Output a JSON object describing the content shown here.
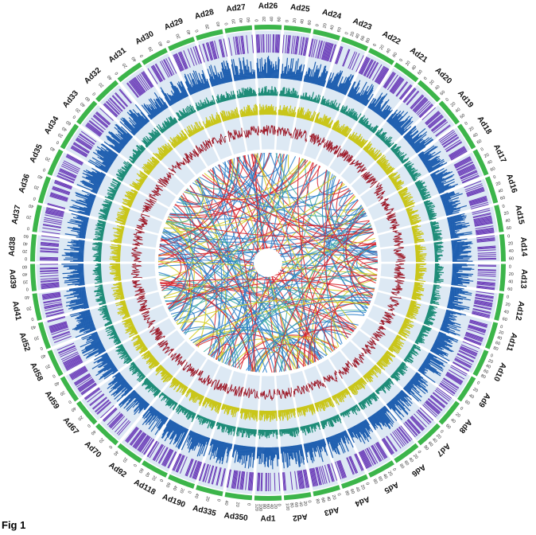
{
  "figure_label": "Fig 1",
  "chromosomes": [
    {
      "name": "Ad1",
      "ticks": [
        "0",
        "20",
        "40",
        "60",
        "80",
        "100",
        "120"
      ]
    },
    {
      "name": "Ad350",
      "ticks": [
        "0",
        "20",
        "40"
      ]
    },
    {
      "name": "Ad335",
      "ticks": [
        "0",
        "20",
        "40"
      ]
    },
    {
      "name": "Ad190",
      "ticks": [
        "0",
        "20",
        "40",
        "60"
      ]
    },
    {
      "name": "Ad118",
      "ticks": [
        "0",
        "20",
        "40",
        "60"
      ]
    },
    {
      "name": "Ad92",
      "ticks": [
        "0",
        "20",
        "40"
      ]
    },
    {
      "name": "Ad70",
      "ticks": [
        "0",
        "20",
        "40"
      ]
    },
    {
      "name": "Ad67",
      "ticks": [
        "0",
        "20",
        "40"
      ]
    },
    {
      "name": "Ad59",
      "ticks": [
        "0",
        "20",
        "40"
      ]
    },
    {
      "name": "Ad58",
      "ticks": [
        "0",
        "20",
        "40"
      ]
    },
    {
      "name": "Ad52",
      "ticks": [
        "0",
        "20",
        "40"
      ]
    },
    {
      "name": "Ad41",
      "ticks": [
        "0",
        "20",
        "40"
      ]
    },
    {
      "name": "Ad39",
      "ticks": [
        "0",
        "20",
        "40",
        "60"
      ]
    },
    {
      "name": "Ad38",
      "ticks": [
        "0",
        "20",
        "40",
        "60"
      ]
    },
    {
      "name": "Ad37",
      "ticks": [
        "0",
        "20",
        "40"
      ]
    },
    {
      "name": "Ad36",
      "ticks": [
        "0",
        "20",
        "40"
      ]
    },
    {
      "name": "Ad35",
      "ticks": [
        "0",
        "20",
        "40"
      ]
    },
    {
      "name": "Ad34",
      "ticks": [
        "0",
        "20",
        "40",
        "60"
      ]
    },
    {
      "name": "Ad33",
      "ticks": [
        "0",
        "20",
        "40",
        "60"
      ]
    },
    {
      "name": "Ad32",
      "ticks": [
        "0",
        "20",
        "40"
      ]
    },
    {
      "name": "Ad31",
      "ticks": [
        "0",
        "20",
        "40"
      ]
    },
    {
      "name": "Ad30",
      "ticks": [
        "0",
        "20",
        "40"
      ]
    },
    {
      "name": "Ad29",
      "ticks": [
        "0",
        "20",
        "40"
      ]
    },
    {
      "name": "Ad28",
      "ticks": [
        "0",
        "20",
        "40"
      ]
    },
    {
      "name": "Ad27",
      "ticks": [
        "0",
        "20",
        "40",
        "60"
      ]
    },
    {
      "name": "Ad26",
      "ticks": [
        "0",
        "20",
        "40",
        "60"
      ]
    },
    {
      "name": "Ad25",
      "ticks": [
        "0",
        "20",
        "40",
        "60"
      ]
    },
    {
      "name": "Ad24",
      "ticks": [
        "0",
        "20",
        "40",
        "60"
      ]
    },
    {
      "name": "Ad23",
      "ticks": [
        "0",
        "20",
        "40",
        "60",
        "80"
      ]
    },
    {
      "name": "Ad22",
      "ticks": [
        "0",
        "20",
        "40",
        "60"
      ]
    },
    {
      "name": "Ad21",
      "ticks": [
        "0",
        "20",
        "40",
        "60"
      ]
    },
    {
      "name": "Ad20",
      "ticks": [
        "0",
        "20",
        "40",
        "60"
      ]
    },
    {
      "name": "Ad19",
      "ticks": [
        "0",
        "20",
        "40",
        "60"
      ]
    },
    {
      "name": "Ad18",
      "ticks": [
        "0",
        "20",
        "40",
        "60"
      ]
    },
    {
      "name": "Ad17",
      "ticks": [
        "0",
        "20",
        "40",
        "60"
      ]
    },
    {
      "name": "Ad16",
      "ticks": [
        "0",
        "20",
        "40",
        "60"
      ]
    },
    {
      "name": "Ad15",
      "ticks": [
        "0",
        "20",
        "40",
        "60"
      ]
    },
    {
      "name": "Ad14",
      "ticks": [
        "0",
        "20",
        "40",
        "60"
      ]
    },
    {
      "name": "Ad13",
      "ticks": [
        "0",
        "20",
        "40",
        "60"
      ]
    },
    {
      "name": "Ad12",
      "ticks": [
        "0",
        "20",
        "40",
        "60"
      ]
    },
    {
      "name": "Ad11",
      "ticks": [
        "0",
        "20",
        "40",
        "60",
        "80"
      ]
    },
    {
      "name": "Ad10",
      "ticks": [
        "0",
        "20",
        "40",
        "60",
        "80"
      ]
    },
    {
      "name": "Ad9",
      "ticks": [
        "0",
        "20",
        "40",
        "60"
      ]
    },
    {
      "name": "Ad8",
      "ticks": [
        "0",
        "20",
        "40",
        "60"
      ]
    },
    {
      "name": "Ad7",
      "ticks": [
        "0",
        "20",
        "40",
        "60",
        "80"
      ]
    },
    {
      "name": "Ad6",
      "ticks": [
        "0",
        "20",
        "40",
        "60",
        "80"
      ]
    },
    {
      "name": "Ad5",
      "ticks": [
        "0",
        "20",
        "40",
        "60",
        "80"
      ]
    },
    {
      "name": "Ad4",
      "ticks": [
        "0",
        "20",
        "40",
        "60",
        "80"
      ]
    },
    {
      "name": "Ad3",
      "ticks": [
        "0",
        "20",
        "40",
        "60",
        "80"
      ]
    },
    {
      "name": "Ad2",
      "ticks": [
        "0",
        "20",
        "40",
        "60",
        "80",
        "100"
      ]
    }
  ],
  "colors": {
    "ideogram": "#3cb54a",
    "track_background": "#dde9f4",
    "gene_density_stripes": "#6a3ab8",
    "histogram_blue": "#1f5fb0",
    "histogram_teal": "#1e8c78",
    "histogram_yellow": "#c9c61a",
    "line_track_red": "#9e1b2a",
    "link_red": "#d8222a",
    "link_blue": "#2a7fc9",
    "link_yellow": "#d6cf1e",
    "link_teal": "#3ea99f"
  }
}
